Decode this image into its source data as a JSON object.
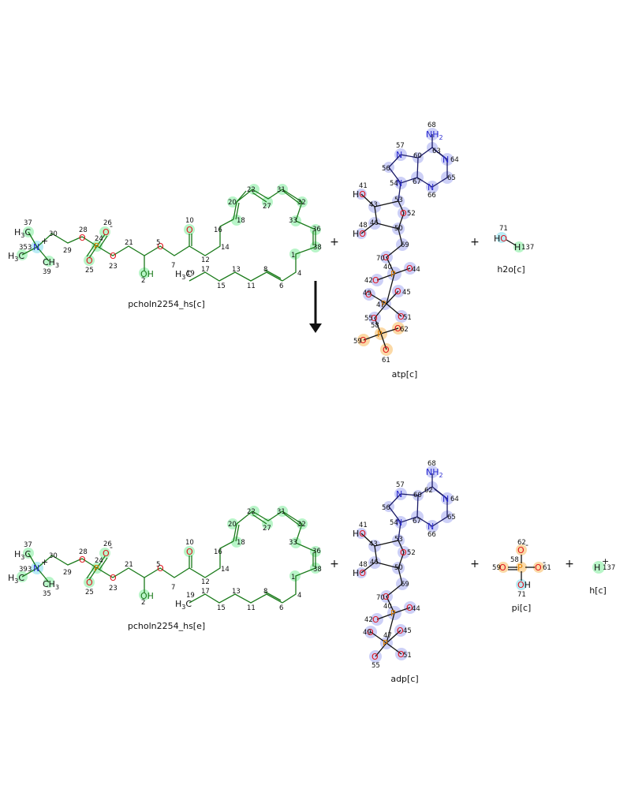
{
  "reaction": {
    "arrow": "down",
    "plus_sign": "+",
    "reactants": [
      {
        "id": "pcholn2254_hs_c",
        "label": "pcholn2254_hs[c]"
      },
      {
        "id": "atp_c",
        "label": "atp[c]"
      },
      {
        "id": "h2o_c",
        "label": "h2o[c]"
      }
    ],
    "products": [
      {
        "id": "pcholn2254_hs_e",
        "label": "pcholn2254_hs[e]"
      },
      {
        "id": "adp_c",
        "label": "adp[c]"
      },
      {
        "id": "pi_c",
        "label": "pi[c]"
      },
      {
        "id": "h_c",
        "label": "h[c]"
      }
    ]
  },
  "highlight_colors": {
    "green": "#b8f5c8",
    "blue": "#cdd0f7",
    "orange": "#fbd9a6",
    "cyan": "#b9ecf5"
  },
  "atom_colors": {
    "carbon": "#1a7a1a",
    "nitrogen": "#2a2ad0",
    "oxygen": "#e0101a",
    "phosphorus": "#e08000"
  }
}
